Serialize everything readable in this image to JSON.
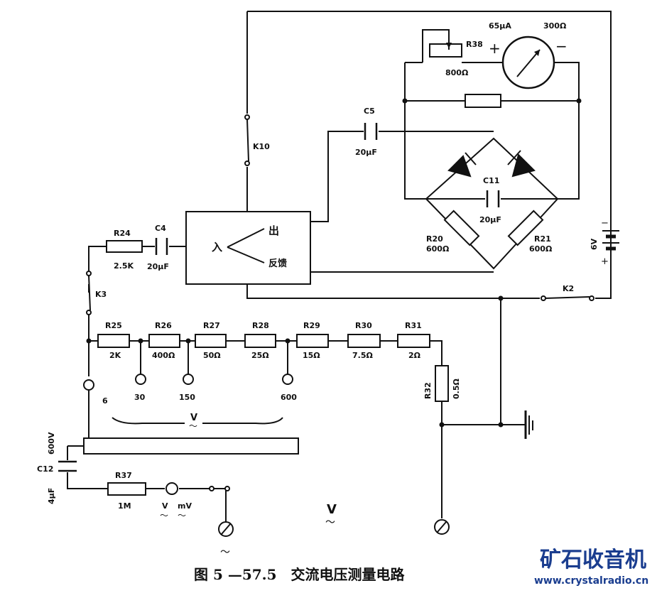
{
  "figure": {
    "caption": "图 5 —57.5　交流电压测量电路",
    "watermark_title": "矿石收音机",
    "watermark_url": "www.crystalradio.cn"
  },
  "meter": {
    "current": "65μA",
    "resistance": "300Ω",
    "plus": "+",
    "minus": "−",
    "trim_name": "R38",
    "trim_value": "800Ω"
  },
  "capacitors": {
    "c5_name": "C5",
    "c5_value": "20μF",
    "c4_name": "C4",
    "c4_value": "20μF",
    "c11_name": "C11",
    "c11_value": "20μF",
    "c12_name": "C12",
    "c12_value": "4μF",
    "c12_voltage": "600V"
  },
  "bridge": {
    "r20_name": "R20",
    "r20_value": "600Ω",
    "r21_name": "R21",
    "r21_value": "600Ω"
  },
  "amplifier": {
    "in_label": "入",
    "out_label": "出",
    "fb_label": "反馈"
  },
  "battery": {
    "voltage": "6V",
    "minus": "−",
    "plus": "+"
  },
  "switches": {
    "k10": "K10",
    "k3": "K3",
    "k2": "K2"
  },
  "input": {
    "r24_name": "R24",
    "r24_value": "2.5K"
  },
  "divider": {
    "resistors": [
      {
        "name": "R25",
        "value": "2K"
      },
      {
        "name": "R26",
        "value": "400Ω"
      },
      {
        "name": "R27",
        "value": "50Ω"
      },
      {
        "name": "R28",
        "value": "25Ω"
      },
      {
        "name": "R29",
        "value": "15Ω"
      },
      {
        "name": "R30",
        "value": "7.5Ω"
      },
      {
        "name": "R31",
        "value": "2Ω"
      }
    ],
    "r32_name": "R32",
    "r32_value": "0.5Ω",
    "taps": [
      "6",
      "30",
      "150",
      "600"
    ],
    "range_label": "V",
    "range_sub": "～"
  },
  "probe": {
    "r37_name": "R37",
    "r37_value": "1M",
    "v_label": "V",
    "mv_label": "mV",
    "ac_mark": "～",
    "terminal_label": "V",
    "terminal_sub": "～"
  }
}
